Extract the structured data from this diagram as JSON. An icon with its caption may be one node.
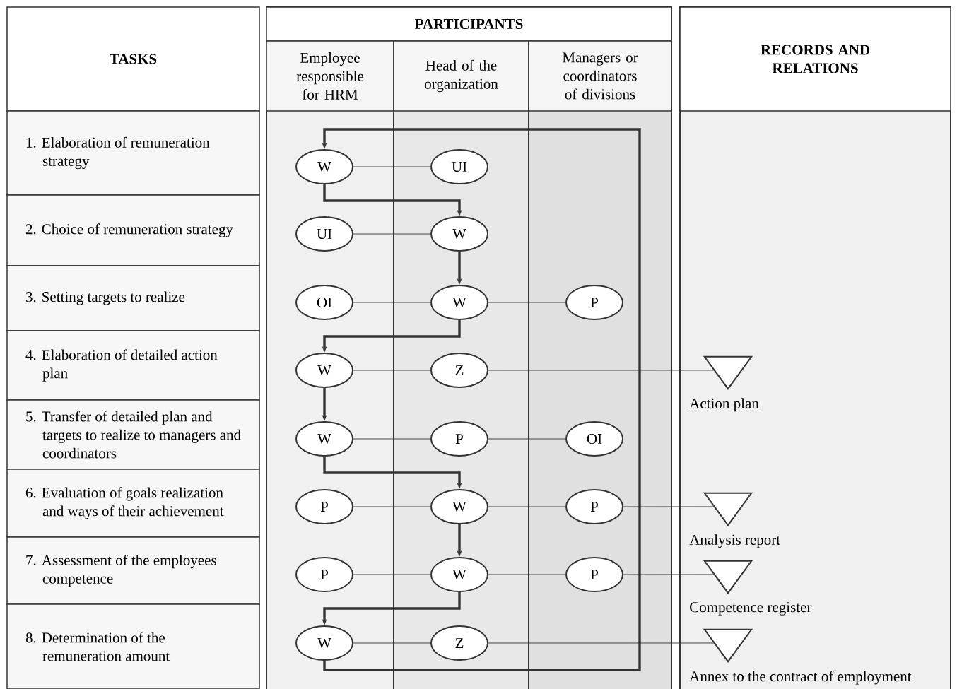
{
  "diagram": {
    "nodes": [
      {
        "text": [
          "TASKS"
        ]
      },
      {
        "text": [
          "PARTICIPANTS"
        ]
      },
      {
        "text": [
          "Employee responsible for HRM"
        ]
      },
      {
        "text": [
          "Head of the organization"
        ]
      },
      {
        "text": [
          "Managers or coordinators of divisions"
        ]
      },
      {
        "text": [
          "RECORDS AND RELATIONS"
        ]
      },
      {
        "text": [
          "1. Elaboration of remuneration strategy"
        ]
      },
      {
        "text": [
          "2. Choice of remuneration strategy"
        ]
      },
      {
        "text": [
          "3. Setting targets to realize"
        ]
      },
      {
        "text": [
          "4. Elaboration of detailed action plan"
        ]
      },
      {
        "text": [
          "5. Transfer of detailed plan and targets to realize to managers and coordinators"
        ]
      },
      {
        "text": [
          "6. Evaluation of goals realization and ways of their achievement"
        ]
      },
      {
        "text": [
          "7. Assessment of the employees competence"
        ]
      },
      {
        "text": [
          "8. Determination of the remuneration amount"
        ]
      },
      {
        "text": [
          "W"
        ]
      },
      {
        "text": [
          "UI"
        ]
      },
      {
        "text": [
          "UI"
        ]
      },
      {
        "text": [
          "W"
        ]
      },
      {
        "text": [
          "OI"
        ]
      },
      {
        "text": [
          "W"
        ]
      },
      {
        "text": [
          "P"
        ]
      },
      {
        "text": [
          "W"
        ]
      },
      {
        "text": [
          "Z"
        ]
      },
      {
        "text": [
          "W"
        ]
      },
      {
        "text": [
          "P"
        ]
      },
      {
        "text": [
          "OI"
        ]
      },
      {
        "text": [
          "P"
        ]
      },
      {
        "text": [
          "W"
        ]
      },
      {
        "text": [
          "P"
        ]
      },
      {
        "text": [
          "P"
        ]
      },
      {
        "text": [
          "W"
        ]
      },
      {
        "text": [
          "P"
        ]
      },
      {
        "text": [
          "W"
        ]
      },
      {
        "text": [
          "Z"
        ]
      },
      {
        "text": [
          "Action plan"
        ]
      },
      {
        "text": [
          "Analysis report"
        ]
      },
      {
        "text": [
          "Competence register"
        ]
      },
      {
        "text": [
          "Annex to the contract of employment"
        ]
      }
    ],
    "edges": [
      {
        "from": 14,
        "to": 15,
        "arrow": "none"
      },
      {
        "from": 16,
        "to": 17,
        "arrow": "none"
      },
      {
        "from": 18,
        "to": 19,
        "arrow": "none"
      },
      {
        "from": 19,
        "to": 20,
        "arrow": "none"
      },
      {
        "from": 21,
        "to": 22,
        "arrow": "none"
      },
      {
        "from": 22,
        "to": 34,
        "arrow": "none"
      },
      {
        "from": 23,
        "to": 24,
        "arrow": "none"
      },
      {
        "from": 24,
        "to": 25,
        "arrow": "none"
      },
      {
        "from": 26,
        "to": 27,
        "arrow": "none"
      },
      {
        "from": 27,
        "to": 28,
        "arrow": "none"
      },
      {
        "from": 28,
        "to": 35,
        "arrow": "none"
      },
      {
        "from": 29,
        "to": 30,
        "arrow": "none"
      },
      {
        "from": 30,
        "to": 31,
        "arrow": "none"
      },
      {
        "from": 31,
        "to": 36,
        "arrow": "none"
      },
      {
        "from": 32,
        "to": 33,
        "arrow": "none"
      },
      {
        "from": 33,
        "to": 37,
        "arrow": "none"
      },
      {
        "from": 14,
        "to": 17,
        "arrow": "to",
        "style": "thick"
      },
      {
        "from": 17,
        "to": 19,
        "arrow": "to",
        "style": "thick"
      },
      {
        "from": 19,
        "to": 21,
        "arrow": "to",
        "style": "thick"
      },
      {
        "from": 21,
        "to": 23,
        "arrow": "to",
        "style": "thick"
      },
      {
        "from": 23,
        "to": 27,
        "arrow": "to",
        "style": "thick"
      },
      {
        "from": 27,
        "to": 30,
        "arrow": "to",
        "style": "thick"
      },
      {
        "from": 30,
        "to": 32,
        "arrow": "to",
        "style": "thick"
      },
      {
        "from": 32,
        "to": 14,
        "arrow": "to",
        "style": "thick"
      }
    ]
  }
}
